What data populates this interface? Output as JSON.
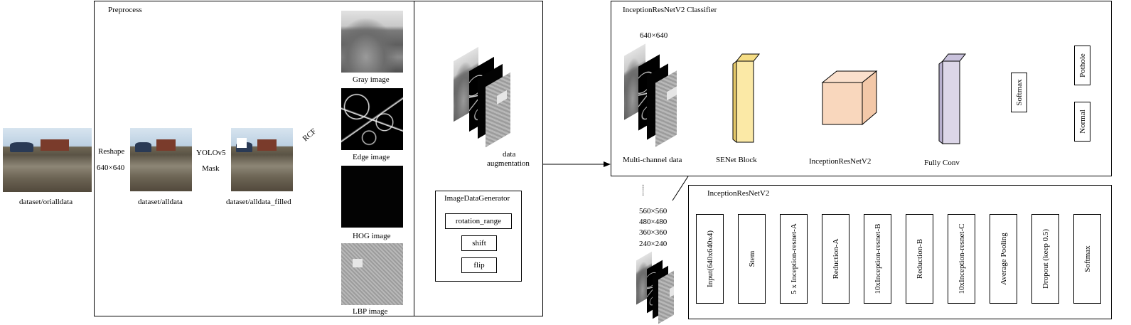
{
  "sections": {
    "preprocess_title": "Preprocess",
    "classifier_title": "InceptionResNetV2 Classifier",
    "irn_title": "InceptionResNetV2"
  },
  "images": {
    "orialldata": "dataset/orialldata",
    "alldata": "dataset/alldata",
    "alldata_filled": "dataset/alldata_filled",
    "gray": "Gray image",
    "edge": "Edge image",
    "hog": "HOG image",
    "lbp": "LBP image"
  },
  "arrows": {
    "reshape": "Reshape",
    "reshape_size": "640×640",
    "yolo": "YOLOv5",
    "mask": "Mask",
    "rcf": "RCF",
    "augment_line1": "data",
    "augment_line2": "augmentation"
  },
  "generator": {
    "title": "ImageDataGenerator",
    "options": [
      "rotation_range",
      "shift",
      "flip"
    ]
  },
  "classifier": {
    "size": "640×640",
    "multichannel": "Multi-channel data",
    "senet": "SENet Block",
    "inception": "InceptionResNetV2",
    "fullyconv": "Fully Conv",
    "softmax": "Softmax",
    "out_pothole": "Pothole",
    "out_normal": "Normal"
  },
  "scales": {
    "dots": "......",
    "items": [
      "560×560",
      "480×480",
      "360×360",
      "240×240"
    ]
  },
  "pipeline": [
    "Input(640x640x4)",
    "Stem",
    "5 x Inception-resnet-A",
    "Reduction-A",
    "10xInception-resnet-B",
    "Reduction-B",
    "10xInception-resnet-C",
    "Average Pooling",
    "Dropout (keep 0.5)",
    "Softmax"
  ],
  "colors": {
    "senet": "#fbe9a6",
    "inception": "#f9d7bd",
    "fullyconv": "#dcd6e8"
  }
}
